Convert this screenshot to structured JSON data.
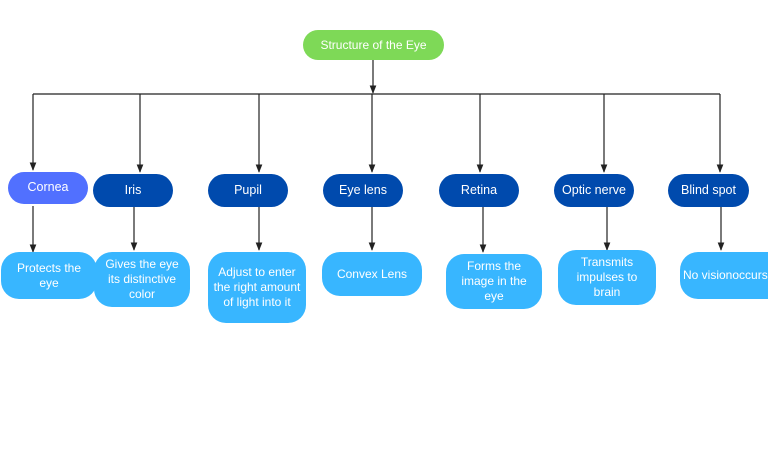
{
  "diagram": {
    "root": {
      "label": "Structure of the Eye",
      "color": "#7ed957"
    },
    "categories": [
      {
        "label": "Cornea",
        "color": "#5170ff",
        "description": "Protects the eye"
      },
      {
        "label": "Iris",
        "color": "#004aad",
        "description": "Gives the eye its distinctive color"
      },
      {
        "label": "Pupil",
        "color": "#004aad",
        "description": "Adjust to enter the right amount of light into it"
      },
      {
        "label": "Eye lens",
        "color": "#004aad",
        "description": "Convex Lens"
      },
      {
        "label": "Retina",
        "color": "#004aad",
        "description": "Forms the image in the eye"
      },
      {
        "label": "Optic nerve",
        "color": "#004aad",
        "description": "Transmits impulses to brain"
      },
      {
        "label": "Blind spot",
        "color": "#004aad",
        "description": "No visionoccurs"
      }
    ],
    "description_color": "#38b6ff",
    "connector_color": "#222222"
  }
}
